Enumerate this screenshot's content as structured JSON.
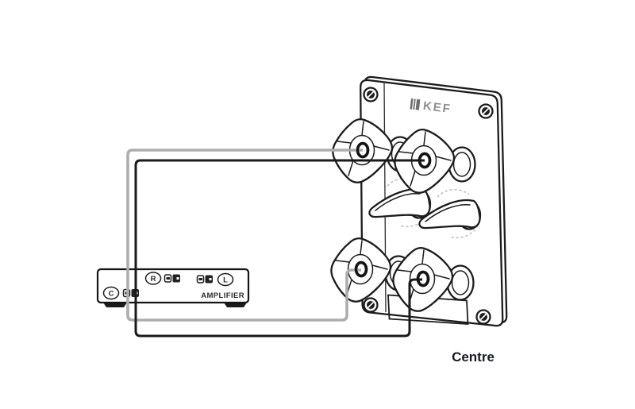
{
  "diagram": {
    "brand_logo": "KEF",
    "speaker_name": "Centre",
    "amplifier": {
      "label": "AMPLIFIER",
      "centre_terminal": "C",
      "right_terminal": "R",
      "left_terminal": "L"
    },
    "colors": {
      "line": "#1c1c1c",
      "wire_a": "#adadad",
      "wire_b": "#1a1a1a",
      "logo_gray": "#8f8f8f",
      "background": "#ffffff"
    }
  }
}
